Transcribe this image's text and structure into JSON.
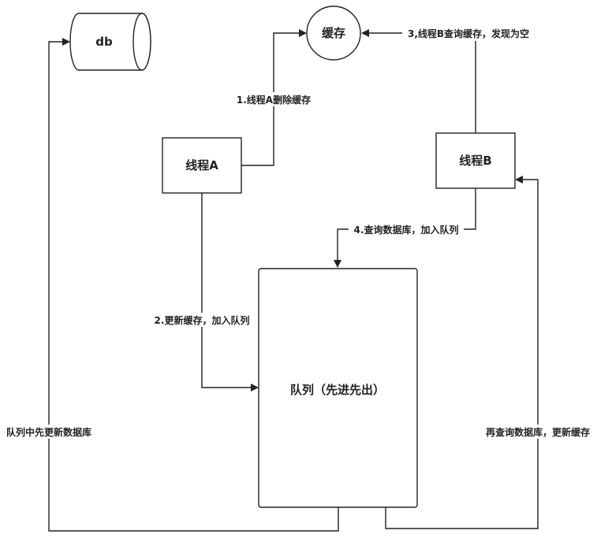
{
  "nodes": {
    "db": "db",
    "cache": "缓存",
    "thread_a": "线程A",
    "thread_b": "线程B",
    "queue": "队列（先进先出）"
  },
  "edges": {
    "a_delete_cache": "1.线程A删除缓存",
    "a_update_enqueue": "2.更新缓存，加入队列",
    "b_query_cache": "3,线程B查询缓存，发现为空",
    "b_query_db_enqueue": "4.查询数据库，加入队列",
    "queue_update_db": "队列中先更新数据库",
    "queue_query_update": "再查询数据库，更新缓存"
  }
}
